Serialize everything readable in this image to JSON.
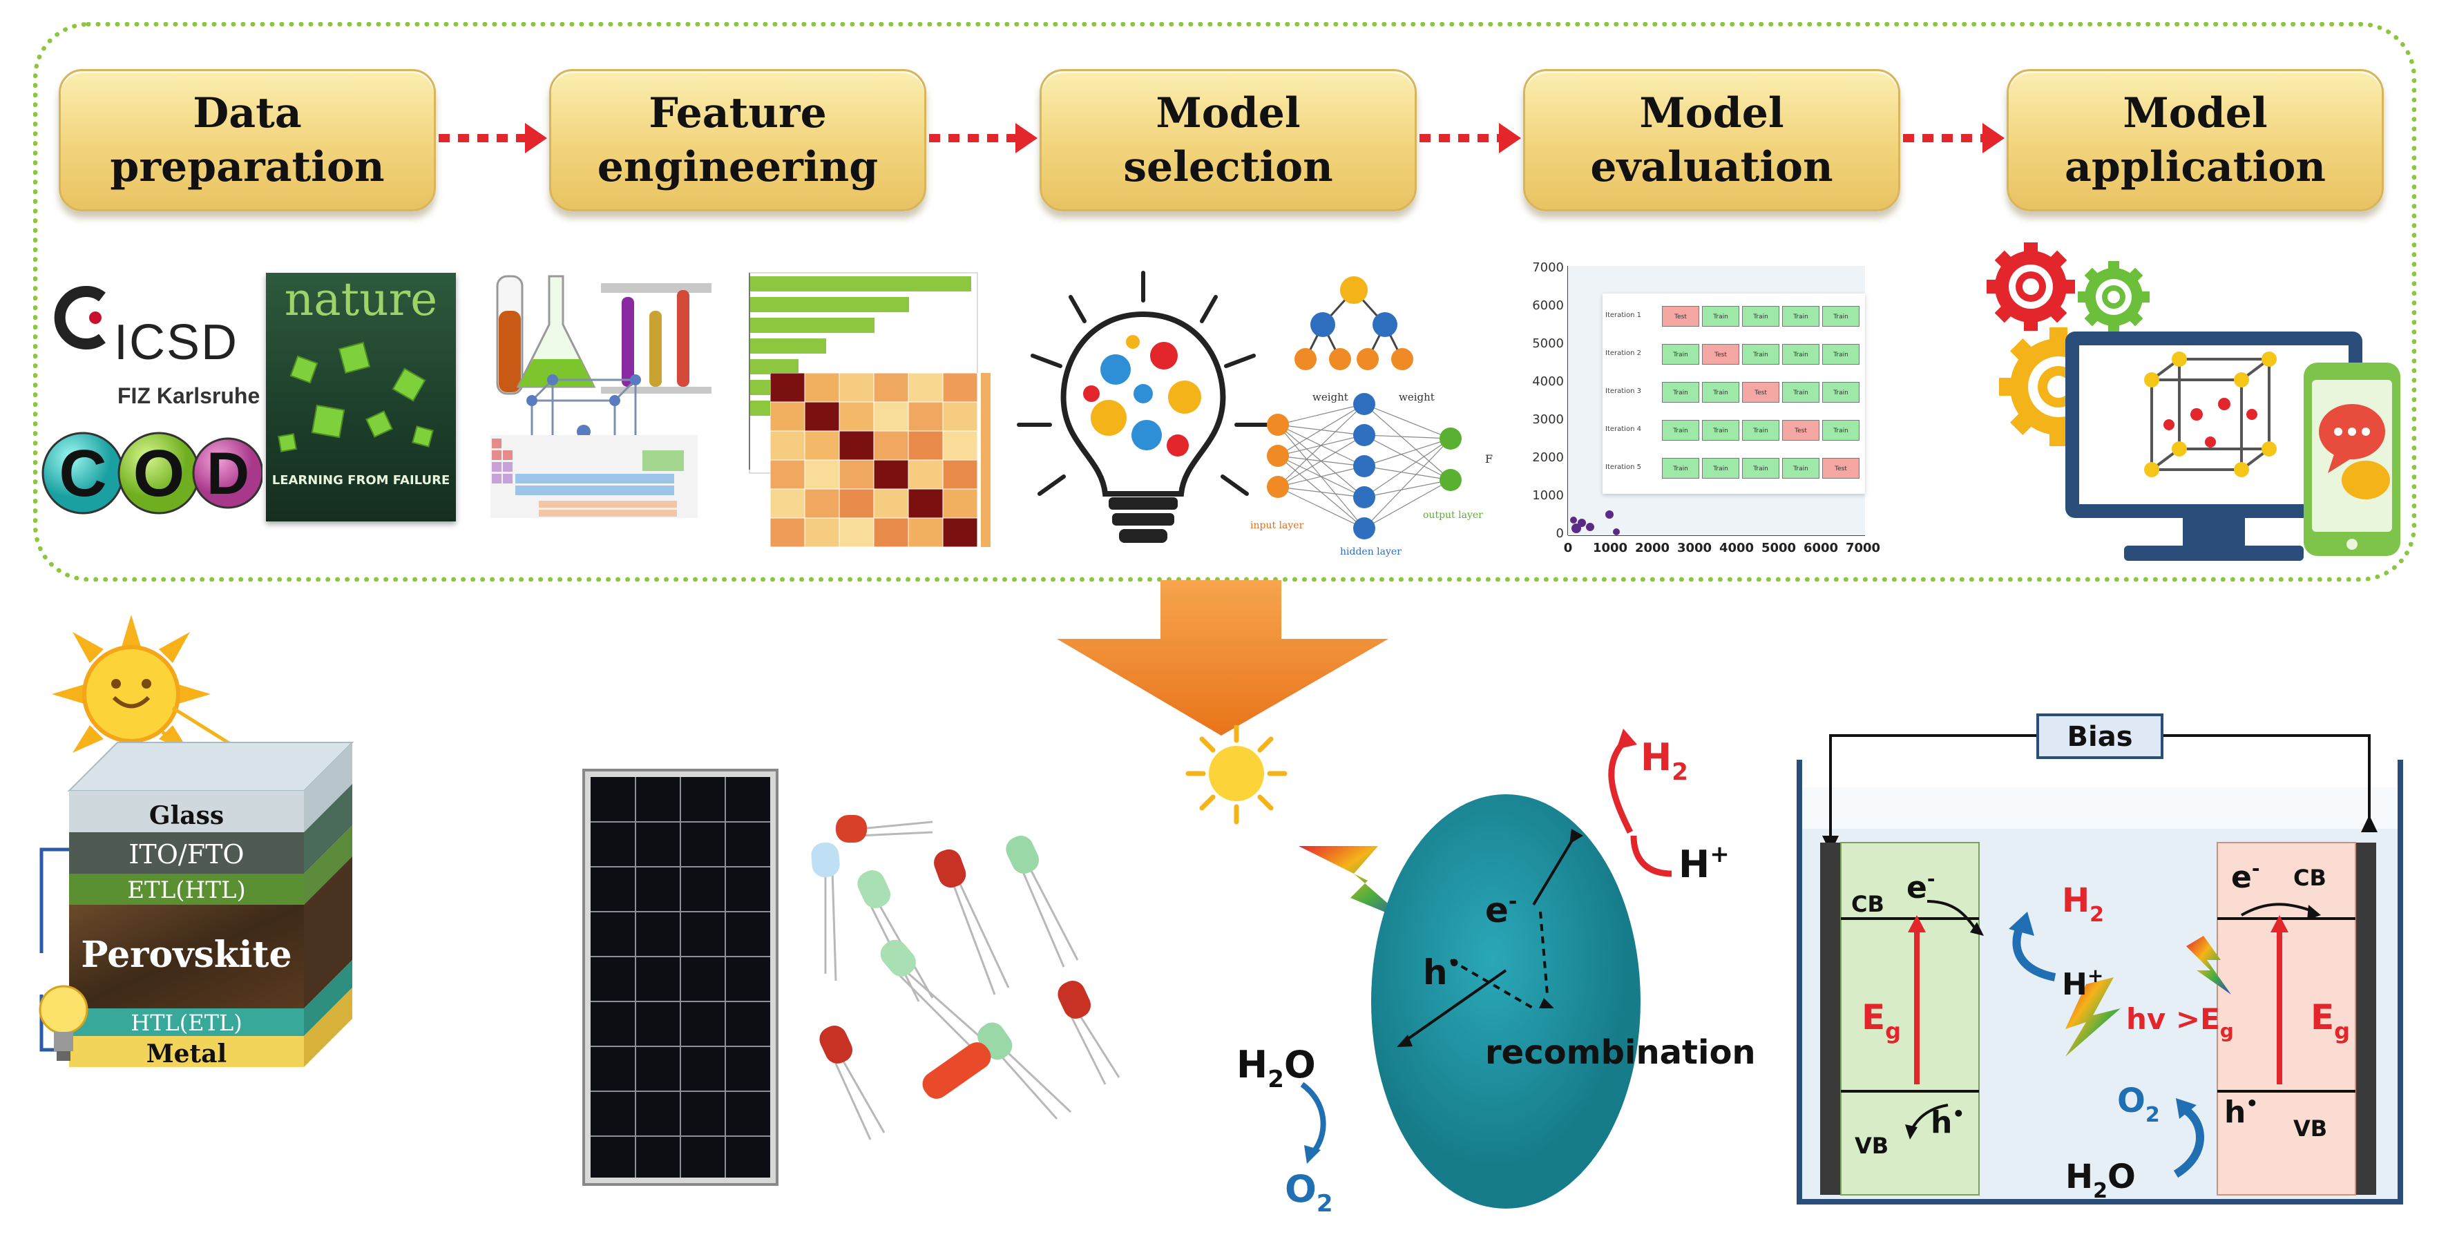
{
  "pipeline": {
    "steps": [
      {
        "line1": "Data",
        "line2": "preparation"
      },
      {
        "line1": "Feature",
        "line2": "engineering"
      },
      {
        "line1": "Model",
        "line2": "selection"
      },
      {
        "line1": "Model",
        "line2": "evaluation"
      },
      {
        "line1": "Model",
        "line2": "application"
      }
    ]
  },
  "sources": {
    "icsd_name": "ICSD",
    "icsd_org": "FIZ Karlsruhe",
    "cod_letters": [
      "C",
      "O",
      "D"
    ],
    "journal_title": "nature",
    "journal_cover_text": "LEARNING FROM FAILURE"
  },
  "network": {
    "weight_label_1": "weight",
    "weight_label_2": "weight",
    "input_layer": "input layer",
    "hidden_layer": "hidden layer",
    "output_layer": "output layer",
    "output_symbol": "F"
  },
  "evaluation_chart": {
    "y_ticks": [
      "7000",
      "6000",
      "5000",
      "4000",
      "3000",
      "2000",
      "1000",
      "0"
    ],
    "x_ticks": [
      "0",
      "1000",
      "2000",
      "3000",
      "4000",
      "5000",
      "6000",
      "7000"
    ],
    "iterations": [
      "Iteration 1",
      "Iteration 2",
      "Iteration 3",
      "Iteration 4",
      "Iteration 5"
    ],
    "cell_label": "Train",
    "test_label": "Test",
    "test_positions": [
      0,
      1,
      2,
      3,
      4
    ]
  },
  "solar_cell": {
    "layers": [
      "Glass",
      "ITO/FTO",
      "ETL(HTL)",
      "Perovskite",
      "HTL(ETL)",
      "Metal"
    ]
  },
  "photocatalysis": {
    "electron": "e",
    "electron_sup": "-",
    "hole": "h",
    "hole_sup": "•",
    "recombination": "recombination",
    "h2_main": "H",
    "h2_sub": "2",
    "hplus_main": "H",
    "hplus_sup": "+",
    "h2o_main": "H",
    "h2o_sub": "2",
    "h2o_tail": "O",
    "o2_main": "O",
    "o2_sub": "2"
  },
  "pec_cell": {
    "bias": "Bias",
    "cb": "CB",
    "vb": "VB",
    "electron": "e",
    "electron_sup": "-",
    "hole": "h",
    "hole_sup": "•",
    "eg_main": "E",
    "eg_sub": "g",
    "h2_main": "H",
    "h2_sub": "2",
    "hplus_main": "H",
    "hplus_sup": "+",
    "hv_text": "hv >E",
    "hv_sub": "g",
    "o2_main": "O",
    "o2_sub": "2",
    "h2o_main": "H",
    "h2o_sub": "2",
    "h2o_tail": "O"
  },
  "colors": {
    "step_box": "#f2d47c",
    "flow_arrow": "#e3262b",
    "dotted_border": "#8cc63f",
    "big_arrow": "#f08a24",
    "catalyst": "#1f8e9e",
    "h2_red": "#e3262b",
    "o2_blue": "#1f6fb2"
  }
}
